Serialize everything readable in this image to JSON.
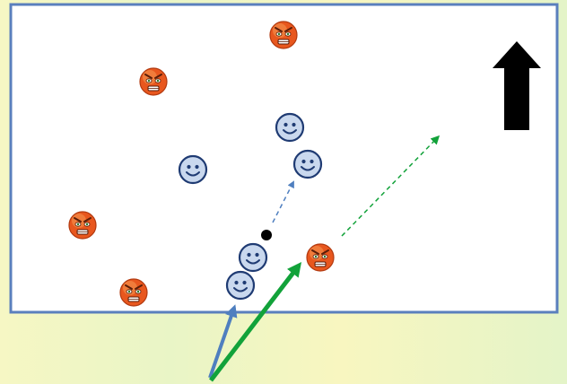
{
  "colors": {
    "field_fill": "#ffffff",
    "field_border": "#5a7fbd",
    "background": "#f3f6c6",
    "friendly_face": "#c9d8ee",
    "friendly_outline": "#1f3b73",
    "angry_face": "#e8571e",
    "blue_arrow": "#4f7fbf",
    "green_arrow": "#12a23a",
    "direction_arrow": "#000000",
    "ball": "#000000"
  },
  "players": {
    "friendly": [
      {
        "id": "friendly-1"
      },
      {
        "id": "friendly-2"
      },
      {
        "id": "friendly-3"
      },
      {
        "id": "friendly-4"
      },
      {
        "id": "friendly-5"
      }
    ],
    "opponents": [
      {
        "id": "opponent-1"
      },
      {
        "id": "opponent-2"
      },
      {
        "id": "opponent-3"
      },
      {
        "id": "opponent-4"
      },
      {
        "id": "opponent-5"
      }
    ]
  },
  "icons": {
    "friendly": "smiley-face-icon",
    "opponent": "angry-face-icon",
    "direction": "up-arrow-icon"
  }
}
